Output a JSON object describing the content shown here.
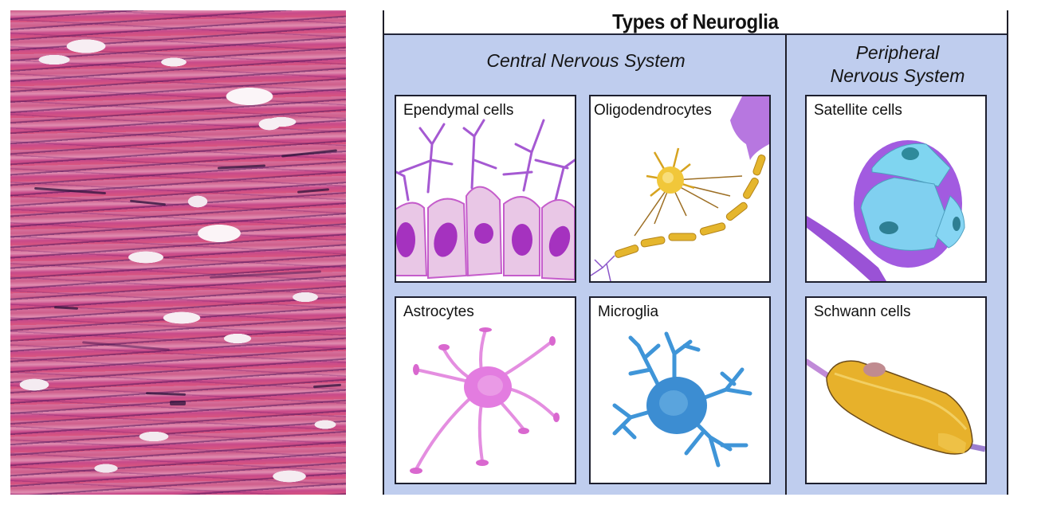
{
  "micrograph": {
    "description": "H&E stained section of nerve tissue showing neuroglia",
    "colors": {
      "stain_pink": "#d05a8b",
      "stain_purple": "#502060",
      "background_white": "#f7eef3"
    }
  },
  "diagram": {
    "title": "Types of Neuroglia",
    "colors": {
      "panel": "#bfcdee",
      "border": "#1e1e28",
      "box_bg": "#ffffff"
    },
    "sections": [
      {
        "heading": "Central Nervous System",
        "cells": [
          {
            "label": "Ependymal cells",
            "color": "#c98be0"
          },
          {
            "label": "Oligodendrocytes",
            "color": "#e8b830"
          },
          {
            "label": "Astrocytes",
            "color": "#e07ed8"
          },
          {
            "label": "Microglia",
            "color": "#3d8fd6"
          }
        ]
      },
      {
        "heading_line1": "Peripheral",
        "heading_line2": "Nervous System",
        "cells": [
          {
            "label": "Satellite cells",
            "color": "#7fd3ef"
          },
          {
            "label": "Schwann cells",
            "color": "#e6b22a"
          }
        ]
      }
    ]
  }
}
